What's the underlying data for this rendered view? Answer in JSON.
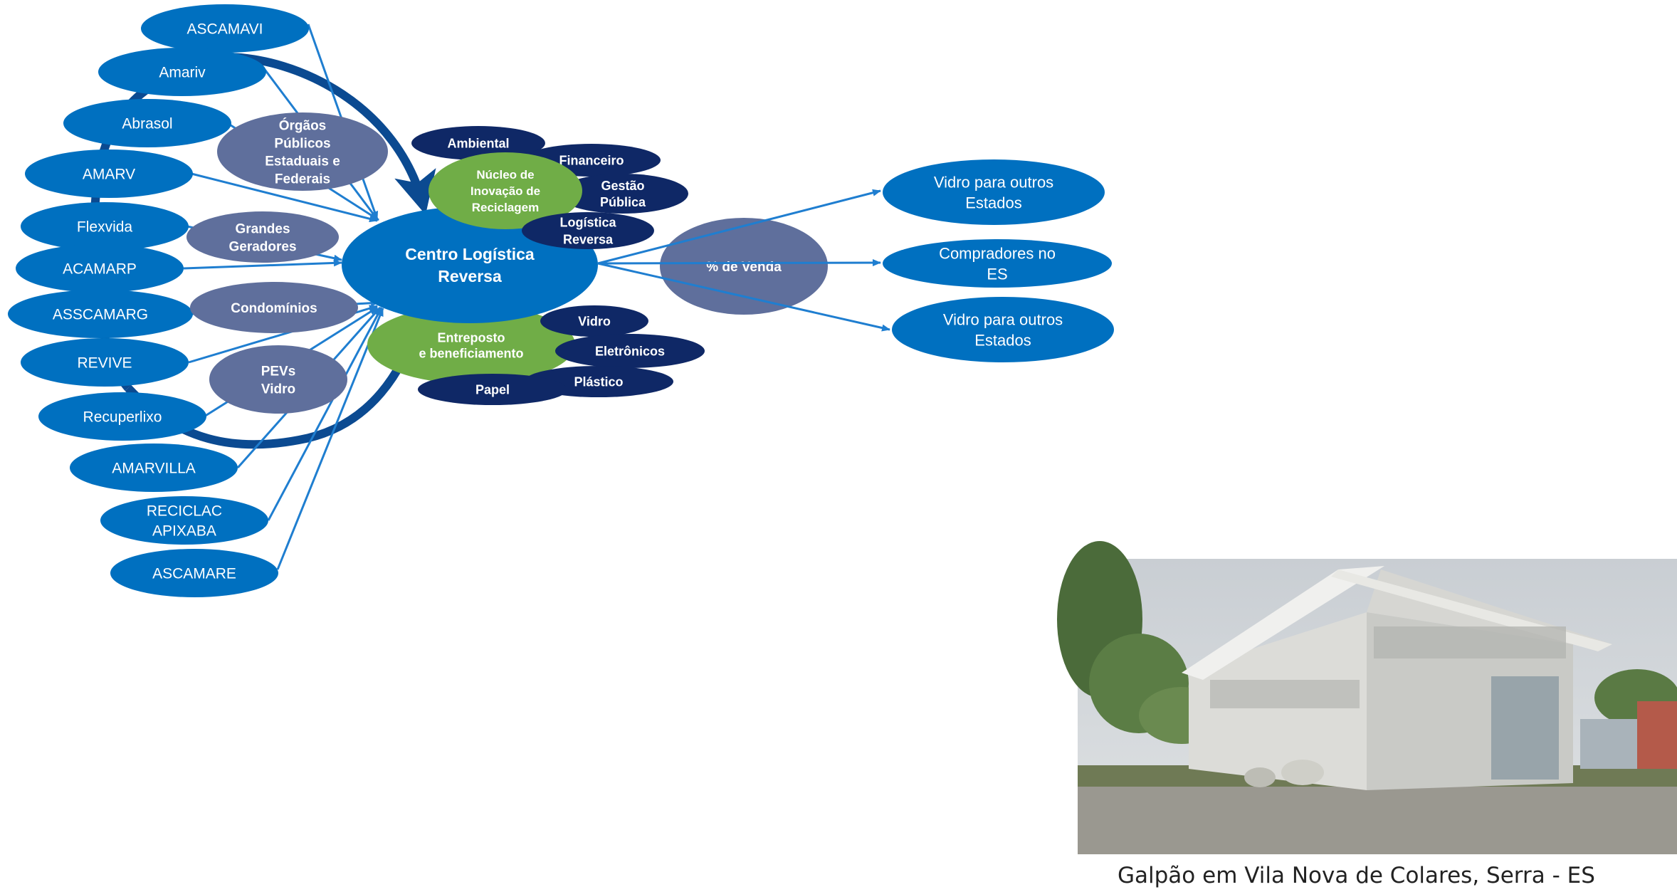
{
  "colors": {
    "blue": "#0070c0",
    "navy": "#0f2866",
    "slate": "#5f6f9c",
    "green": "#70ad47",
    "arrow_blue": "#1f7ed0",
    "arc_dark": "#0b4a91"
  },
  "center": {
    "line1": "Centro Logística",
    "line2": "Reversa"
  },
  "venda": {
    "label": "% de Venda"
  },
  "associations": [
    {
      "key": "ascamavi",
      "lines": [
        "ASCAMAVI"
      ]
    },
    {
      "key": "amariv",
      "lines": [
        "Amariv"
      ]
    },
    {
      "key": "abrasol",
      "lines": [
        "Abrasol"
      ]
    },
    {
      "key": "amarv",
      "lines": [
        "AMARV"
      ]
    },
    {
      "key": "flexvida",
      "lines": [
        "Flexvida"
      ]
    },
    {
      "key": "acamarp",
      "lines": [
        "ACAMARP"
      ]
    },
    {
      "key": "asscamarg",
      "lines": [
        "ASSCAMARG"
      ]
    },
    {
      "key": "revive",
      "lines": [
        "REVIVE"
      ]
    },
    {
      "key": "recuperlixo",
      "lines": [
        "Recuperlixo"
      ]
    },
    {
      "key": "amarvilla",
      "lines": [
        "AMARVILLA"
      ]
    },
    {
      "key": "reciclac",
      "lines": [
        "RECICLAC",
        "APIXABA"
      ]
    },
    {
      "key": "ascamare",
      "lines": [
        "ASCAMARE"
      ]
    }
  ],
  "sources": [
    {
      "key": "orgaos",
      "lines": [
        "Órgãos",
        "Públicos",
        "Estaduais e",
        "Federais"
      ]
    },
    {
      "key": "grandes",
      "lines": [
        "Grandes",
        "Geradores"
      ]
    },
    {
      "key": "condominios",
      "lines": [
        "Condomínios"
      ]
    },
    {
      "key": "pevs",
      "lines": [
        "PEVs",
        "Vidro"
      ]
    }
  ],
  "nucleo": {
    "lines": [
      "Núcleo de",
      "Inovação de",
      "Reciclagem"
    ],
    "tags": [
      {
        "key": "ambiental",
        "lines": [
          "Ambiental"
        ]
      },
      {
        "key": "financeiro",
        "lines": [
          "Financeiro"
        ]
      },
      {
        "key": "gestao",
        "lines": [
          "Gestão",
          "Pública"
        ]
      },
      {
        "key": "logistica",
        "lines": [
          "Logística",
          "Reversa"
        ]
      }
    ]
  },
  "entreposto": {
    "lines": [
      "Entreposto",
      "e beneficiamento"
    ],
    "tags": [
      {
        "key": "vidro",
        "lines": [
          "Vidro"
        ]
      },
      {
        "key": "eletronicos",
        "lines": [
          "Eletrônicos"
        ]
      },
      {
        "key": "plastico",
        "lines": [
          "Plástico"
        ]
      },
      {
        "key": "papel",
        "lines": [
          "Papel"
        ]
      }
    ]
  },
  "destinations": [
    {
      "key": "vidro-outros-1",
      "lines": [
        "Vidro para outros",
        "Estados"
      ]
    },
    {
      "key": "compradores-es",
      "lines": [
        "Compradores no",
        "ES"
      ]
    },
    {
      "key": "vidro-outros-2",
      "lines": [
        "Vidro para outros",
        "Estados"
      ]
    }
  ],
  "photo": {
    "caption": "Galpão em Vila Nova de Colares, Serra - ES"
  }
}
